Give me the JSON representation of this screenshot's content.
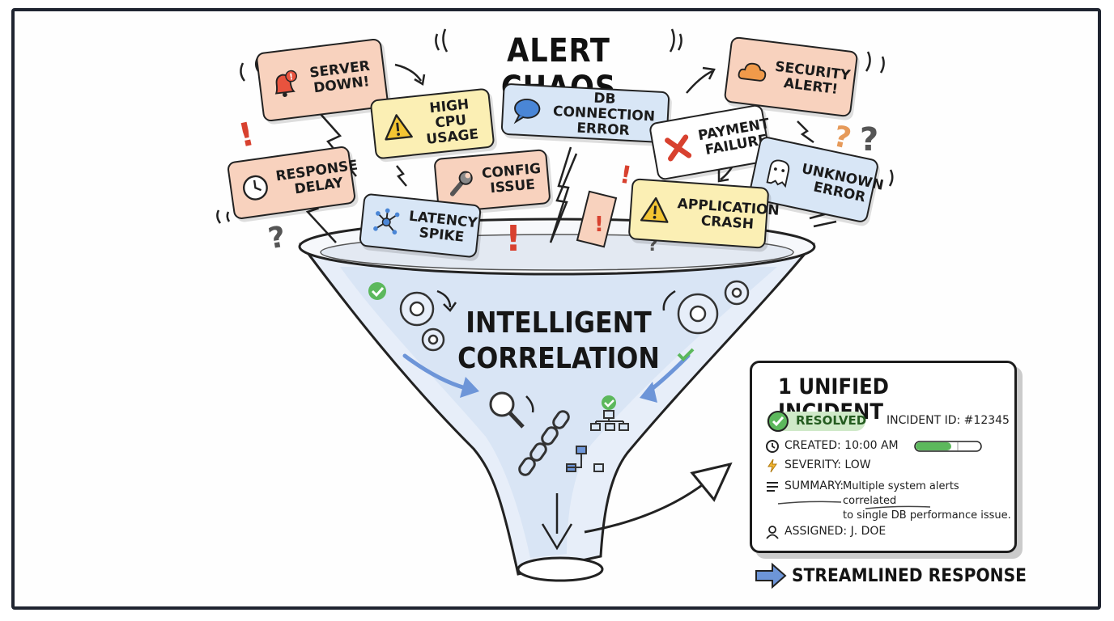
{
  "title": "ALERT CHAOS",
  "center_label_line1": "INTELLIGENT",
  "center_label_line2": "CORRELATION",
  "alerts": [
    {
      "id": "server-down",
      "label": "SERVER\nDOWN!",
      "icon": "bell-alert-icon"
    },
    {
      "id": "high-cpu",
      "label": "HIGH CPU\nUSAGE",
      "icon": "warning-icon"
    },
    {
      "id": "db-connection",
      "label": "DB CONNECTION\nERROR",
      "icon": "chat-icon"
    },
    {
      "id": "security-alert",
      "label": "SECURITY\nALERT!",
      "icon": "cloud-icon"
    },
    {
      "id": "payment-failure",
      "label": "PAYMENT\nFAILURE",
      "icon": "x-mark-icon"
    },
    {
      "id": "unknown-error",
      "label": "UNKNOWN\nERROR",
      "icon": "ghost-icon"
    },
    {
      "id": "response-delay",
      "label": "RESPONSE\nDELAY",
      "icon": "clock-icon"
    },
    {
      "id": "config-issue",
      "label": "CONFIG\nISSUE",
      "icon": "wrench-icon"
    },
    {
      "id": "latency-spike",
      "label": "LATENCY\nSPIKE",
      "icon": "network-icon"
    },
    {
      "id": "application-crash",
      "label": "APPLICATION\nCRASH",
      "icon": "warning-icon"
    }
  ],
  "incident_card": {
    "title": "1 UNIFIED INCIDENT",
    "status": "RESOLVED",
    "incident_id": "INCIDENT ID: #12345",
    "created": "CREATED: 10:00 AM",
    "severity": "SEVERITY: LOW",
    "summary_label": "SUMMARY:",
    "summary_line1": "Multiple system alerts correlated",
    "summary_line2": "to single DB performance issue.",
    "assigned": "ASSIGNED: J. DOE"
  },
  "footer": "STREAMLINED RESPONSE",
  "colors": {
    "orange_bubble": "#f8d2be",
    "yellow_bubble": "#fbefb4",
    "blue_bubble": "#d8e6f6",
    "resolved_green": "#cfe9c8",
    "arrow_blue": "#6d95d8",
    "alert_red": "#d8412f"
  }
}
